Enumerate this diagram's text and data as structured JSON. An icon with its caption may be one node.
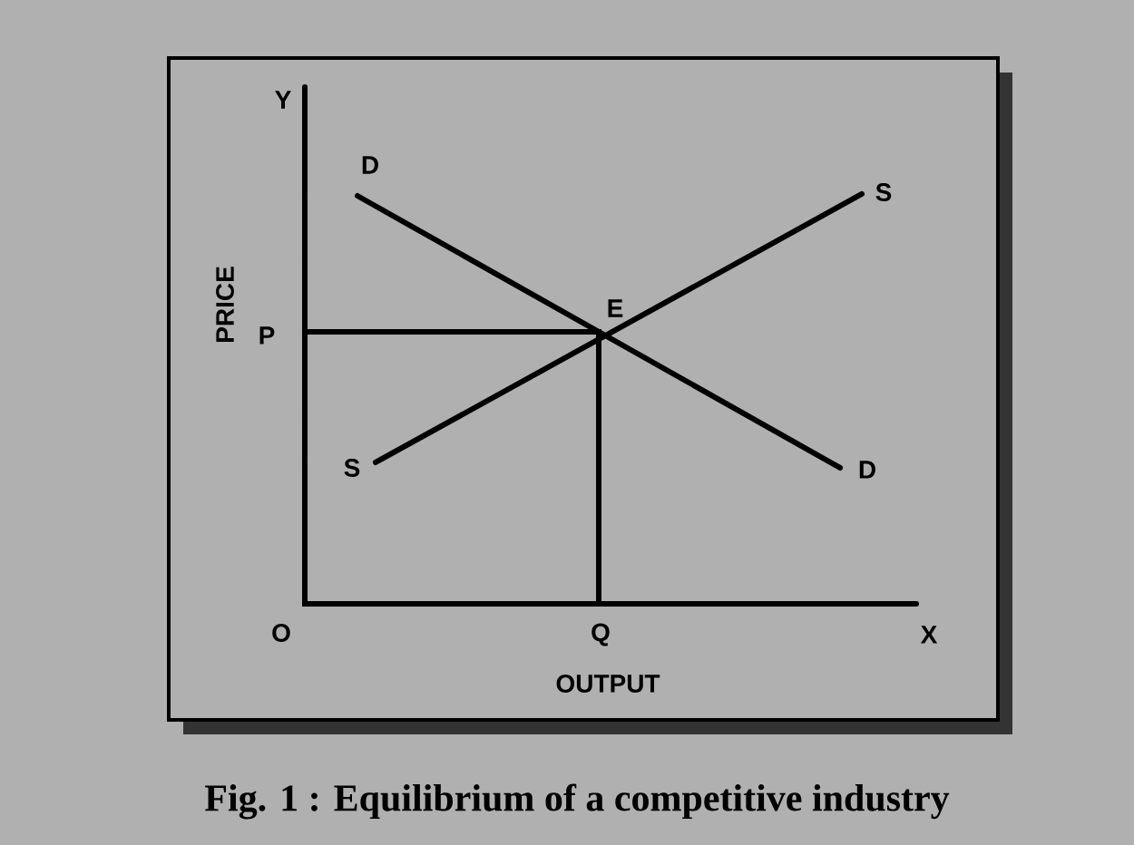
{
  "diagram": {
    "caption": "Fig. 1 : Equilibrium of a competitive industry",
    "labels": [
      "Y",
      "D",
      "S",
      "PRICE",
      "P",
      "E",
      "S",
      "D",
      "O",
      "Q",
      "X",
      "OUTPUT"
    ]
  }
}
